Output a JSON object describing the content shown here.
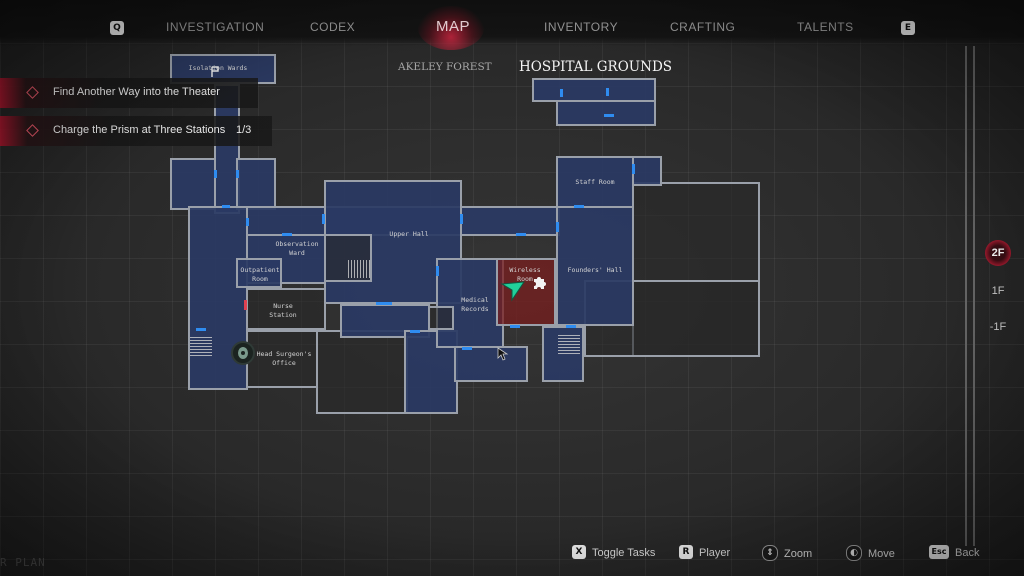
{
  "nav": {
    "left_key": "Q",
    "right_key": "E",
    "tabs": [
      "INVESTIGATION",
      "CODEX",
      "MAP",
      "INVENTORY",
      "CRAFTING",
      "TALENTS"
    ],
    "active_tab": "MAP"
  },
  "subnav": {
    "area_1": "AKELEY FOREST",
    "area_2": "HOSPITAL GROUNDS"
  },
  "tasks": [
    {
      "label": "Find Another Way into the Theater",
      "count": ""
    },
    {
      "label": "Charge the Prism at Three Stations",
      "count": "1/3"
    }
  ],
  "rooms": {
    "isolation_wards": "Isolation Wards",
    "staff_room": "Staff Room",
    "upper_hall": "Upper Hall",
    "observation_ward": "Observation\nWard",
    "outpatient_room": "Outpatient\nRoom",
    "nurse_station": "Nurse\nStation",
    "head_surgeons_office": "Head Surgeon's\nOffice",
    "medical_records": "Medical\nRecords",
    "wireless_room": "Wireless\nRoom",
    "founders_hall": "Founders' Hall"
  },
  "floors": [
    "2F",
    "1F",
    "-1F"
  ],
  "active_floor": "2F",
  "corner_text": "R PLAN",
  "hints": [
    {
      "key": "X",
      "label": "Toggle Tasks"
    },
    {
      "key": "R",
      "label": "Player"
    },
    {
      "key": "⇕",
      "label": "Zoom"
    },
    {
      "key": "◐",
      "label": "Move"
    },
    {
      "key": "Esc",
      "label": "Back"
    }
  ],
  "colors": {
    "accent_red": "#c0182f",
    "room_blue": "#2a3a64",
    "door_blue": "#2f8cf0",
    "wall_gray": "#9aa0aa"
  },
  "icons": {
    "player_marker": "player-arrow-icon",
    "puzzle_marker": "puzzle-piece-icon",
    "objective_marker": "objective-eye-icon",
    "cursor": "mouse-cursor-icon"
  }
}
